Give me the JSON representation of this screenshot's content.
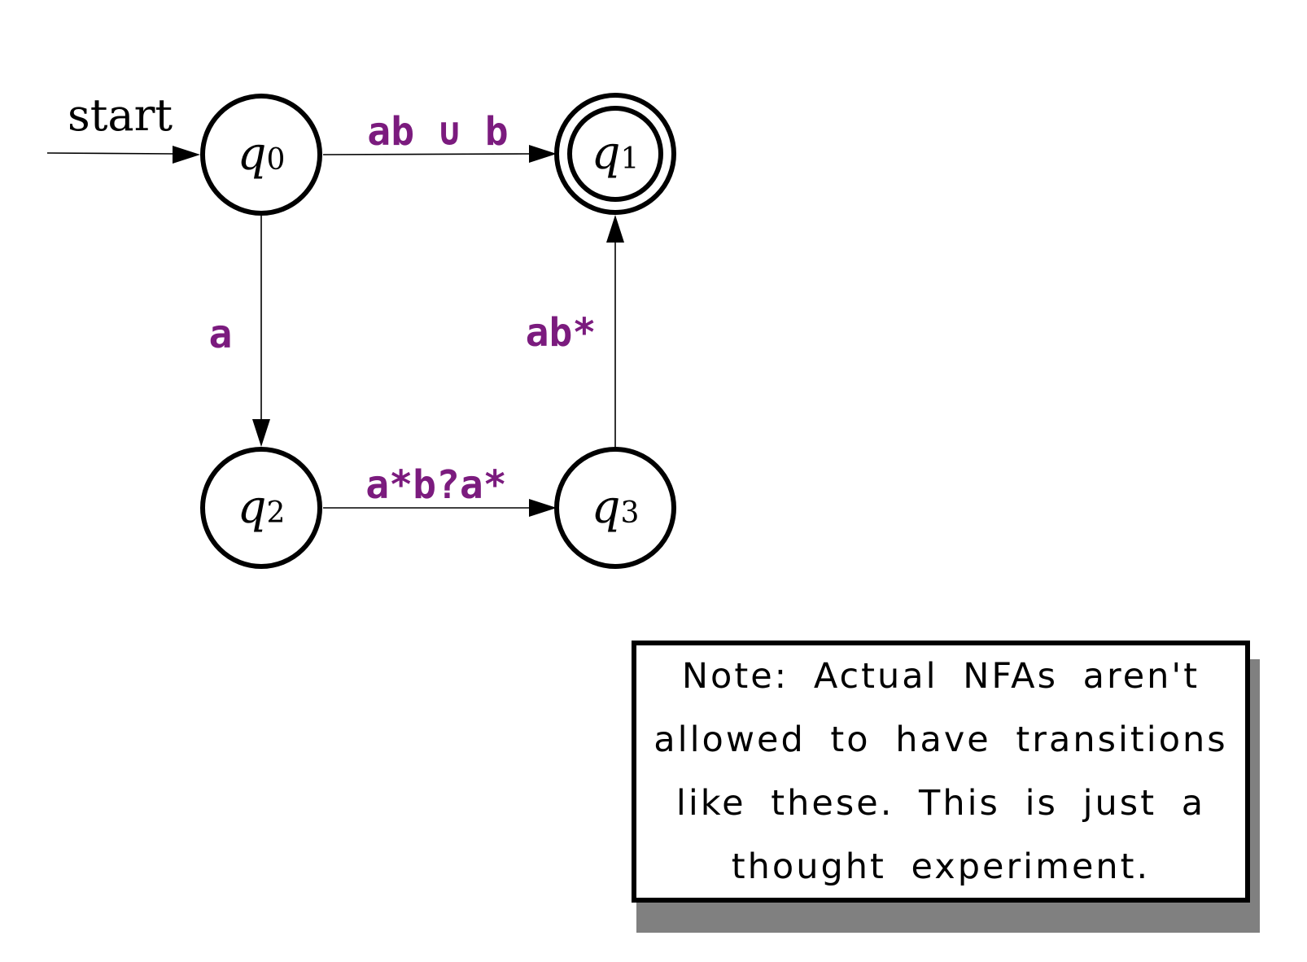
{
  "diagram": {
    "start_label": "start",
    "states": [
      {
        "id": "q0",
        "letter": "q",
        "sub": "0",
        "accepting": false
      },
      {
        "id": "q1",
        "letter": "q",
        "sub": "1",
        "accepting": true
      },
      {
        "id": "q2",
        "letter": "q",
        "sub": "2",
        "accepting": false
      },
      {
        "id": "q3",
        "letter": "q",
        "sub": "3",
        "accepting": false
      }
    ],
    "transitions": [
      {
        "from": "q0",
        "to": "q1",
        "label": "ab ∪ b"
      },
      {
        "from": "q0",
        "to": "q2",
        "label": "a"
      },
      {
        "from": "q2",
        "to": "q3",
        "label": "a*b?a*"
      },
      {
        "from": "q3",
        "to": "q1",
        "label": "ab*"
      }
    ],
    "label_color": "#7b1b7e"
  },
  "note": {
    "lines": [
      "Note: Actual NFAs aren't",
      "allowed to have transitions",
      "like these. This is just a",
      "thought experiment."
    ]
  }
}
